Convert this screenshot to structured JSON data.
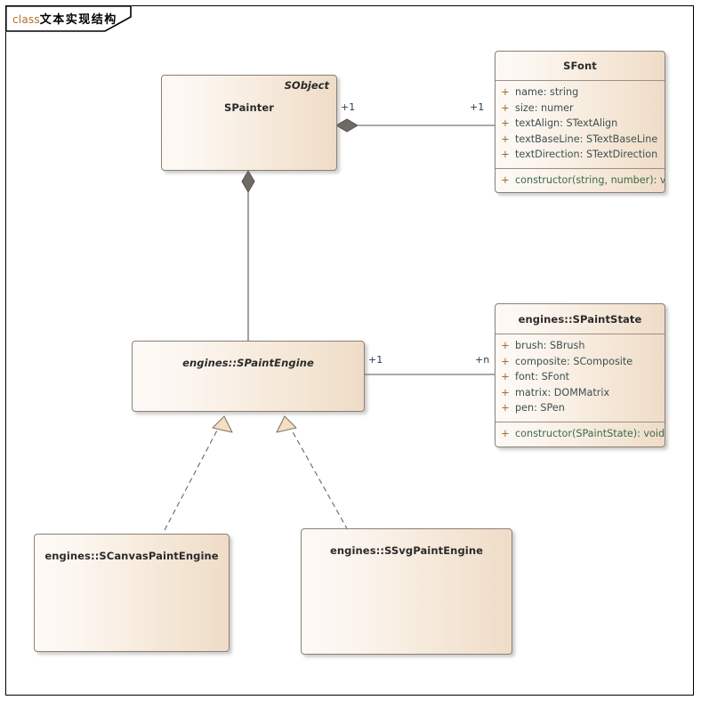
{
  "frame": {
    "keyword": "class",
    "name": "文本实现结构"
  },
  "classes": [
    {
      "id": "spainter",
      "name": "SPainter",
      "stereotype": "SObject",
      "abstract": false,
      "attributes": [],
      "operations": []
    },
    {
      "id": "sfont",
      "name": "SFont",
      "stereotype": "",
      "abstract": false,
      "attributes": [
        {
          "visibility": "+",
          "text": "name: string"
        },
        {
          "visibility": "+",
          "text": "size: numer"
        },
        {
          "visibility": "+",
          "text": "textAlign: STextAlign"
        },
        {
          "visibility": "+",
          "text": "textBaseLine: STextBaseLine"
        },
        {
          "visibility": "+",
          "text": "textDirection: STextDirection"
        }
      ],
      "operations": [
        {
          "visibility": "+",
          "text": "constructor(string, number): void"
        }
      ]
    },
    {
      "id": "spaintengine",
      "name": "engines::SPaintEngine",
      "stereotype": "",
      "abstract": true,
      "attributes": [],
      "operations": []
    },
    {
      "id": "spaintstate",
      "name": "engines::SPaintState",
      "stereotype": "",
      "abstract": false,
      "attributes": [
        {
          "visibility": "+",
          "text": "brush: SBrush"
        },
        {
          "visibility": "+",
          "text": "composite: SComposite"
        },
        {
          "visibility": "+",
          "text": "font: SFont"
        },
        {
          "visibility": "+",
          "text": "matrix: DOMMatrix"
        },
        {
          "visibility": "+",
          "text": "pen: SPen"
        }
      ],
      "operations": [
        {
          "visibility": "+",
          "text": "constructor(SPaintState): void"
        }
      ]
    },
    {
      "id": "scanvaspaintengine",
      "name": "engines::SCanvasPaintEngine",
      "stereotype": "",
      "abstract": false,
      "attributes": [],
      "operations": []
    },
    {
      "id": "ssvgpaintengine",
      "name": "engines::SSvgPaintEngine",
      "stereotype": "",
      "abstract": false,
      "attributes": [],
      "operations": []
    }
  ],
  "relationships": [
    {
      "id": "painter-font",
      "type": "composition",
      "from": "spainter",
      "to": "sfont",
      "source_multiplicity": "+1",
      "target_multiplicity": "+1"
    },
    {
      "id": "painter-engine",
      "type": "composition",
      "from": "spainter",
      "to": "spaintengine",
      "source_multiplicity": "",
      "target_multiplicity": ""
    },
    {
      "id": "engine-state",
      "type": "association",
      "from": "spaintengine",
      "to": "spaintstate",
      "source_multiplicity": "+1",
      "target_multiplicity": "+n"
    },
    {
      "id": "canvas-realizes-engine",
      "type": "realization",
      "from": "scanvaspaintengine",
      "to": "spaintengine",
      "source_multiplicity": "",
      "target_multiplicity": ""
    },
    {
      "id": "svg-realizes-engine",
      "type": "realization",
      "from": "ssvgpaintengine",
      "to": "spaintengine",
      "source_multiplicity": "",
      "target_multiplicity": ""
    }
  ],
  "colors": {
    "box_fill_light": "#FDF9F5",
    "box_fill_dark": "#EFDCC7",
    "box_border": "#8A7F77",
    "attribute_text": "#3E504F",
    "operation_text": "#3B6A4B",
    "visibility_marker": "#9C6B37",
    "keyword": "#B4702A",
    "connector": "#58534F",
    "diamond_fill": "#6E6A66",
    "arrow_fill": "#F5DFC0",
    "multiplicity_text": "#2B3A52"
  }
}
